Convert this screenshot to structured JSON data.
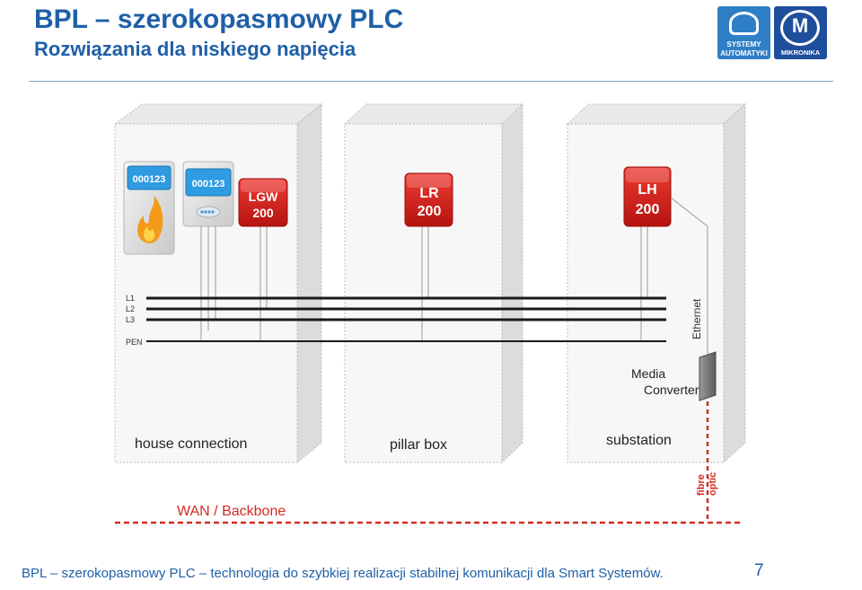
{
  "header": {
    "title": "BPL – szerokopasmowy PLC",
    "subtitle": "Rozwiązania dla niskiego napięcia"
  },
  "logos": {
    "systemy_line1": "SYSTEMY",
    "systemy_line2": "AUTOMATYKI",
    "mikronika": "MIKRONIKA"
  },
  "diagram": {
    "meters": {
      "gas_display": "000123",
      "heat_display": "000123"
    },
    "devices": [
      {
        "line1": "LGW",
        "line2": "200"
      },
      {
        "line1": "LR",
        "line2": "200"
      },
      {
        "line1": "LH",
        "line2": "200"
      }
    ],
    "phase_lines": [
      "L1",
      "L2",
      "L3"
    ],
    "pen_label": "PEN",
    "ethernet_label": "Ethernet",
    "media_converter_line1": "Media",
    "media_converter_line2": "Converter",
    "box_labels": {
      "house": "house connection",
      "pillar": "pillar box",
      "substation": "substation"
    },
    "fibre_line1": "fibre",
    "fibre_line2": "optic",
    "wan_label": "WAN / Backbone",
    "colors": {
      "device_red": "#d3211e",
      "fibre_red": "#d42a20",
      "title_blue": "#1f5fa8",
      "meter_blue": "#2f9be0"
    }
  },
  "footer": {
    "text": "BPL – szerokopasmowy PLC – technologia do szybkiej realizacji stabilnej komunikacji dla Smart Systemów.",
    "page": "7"
  }
}
